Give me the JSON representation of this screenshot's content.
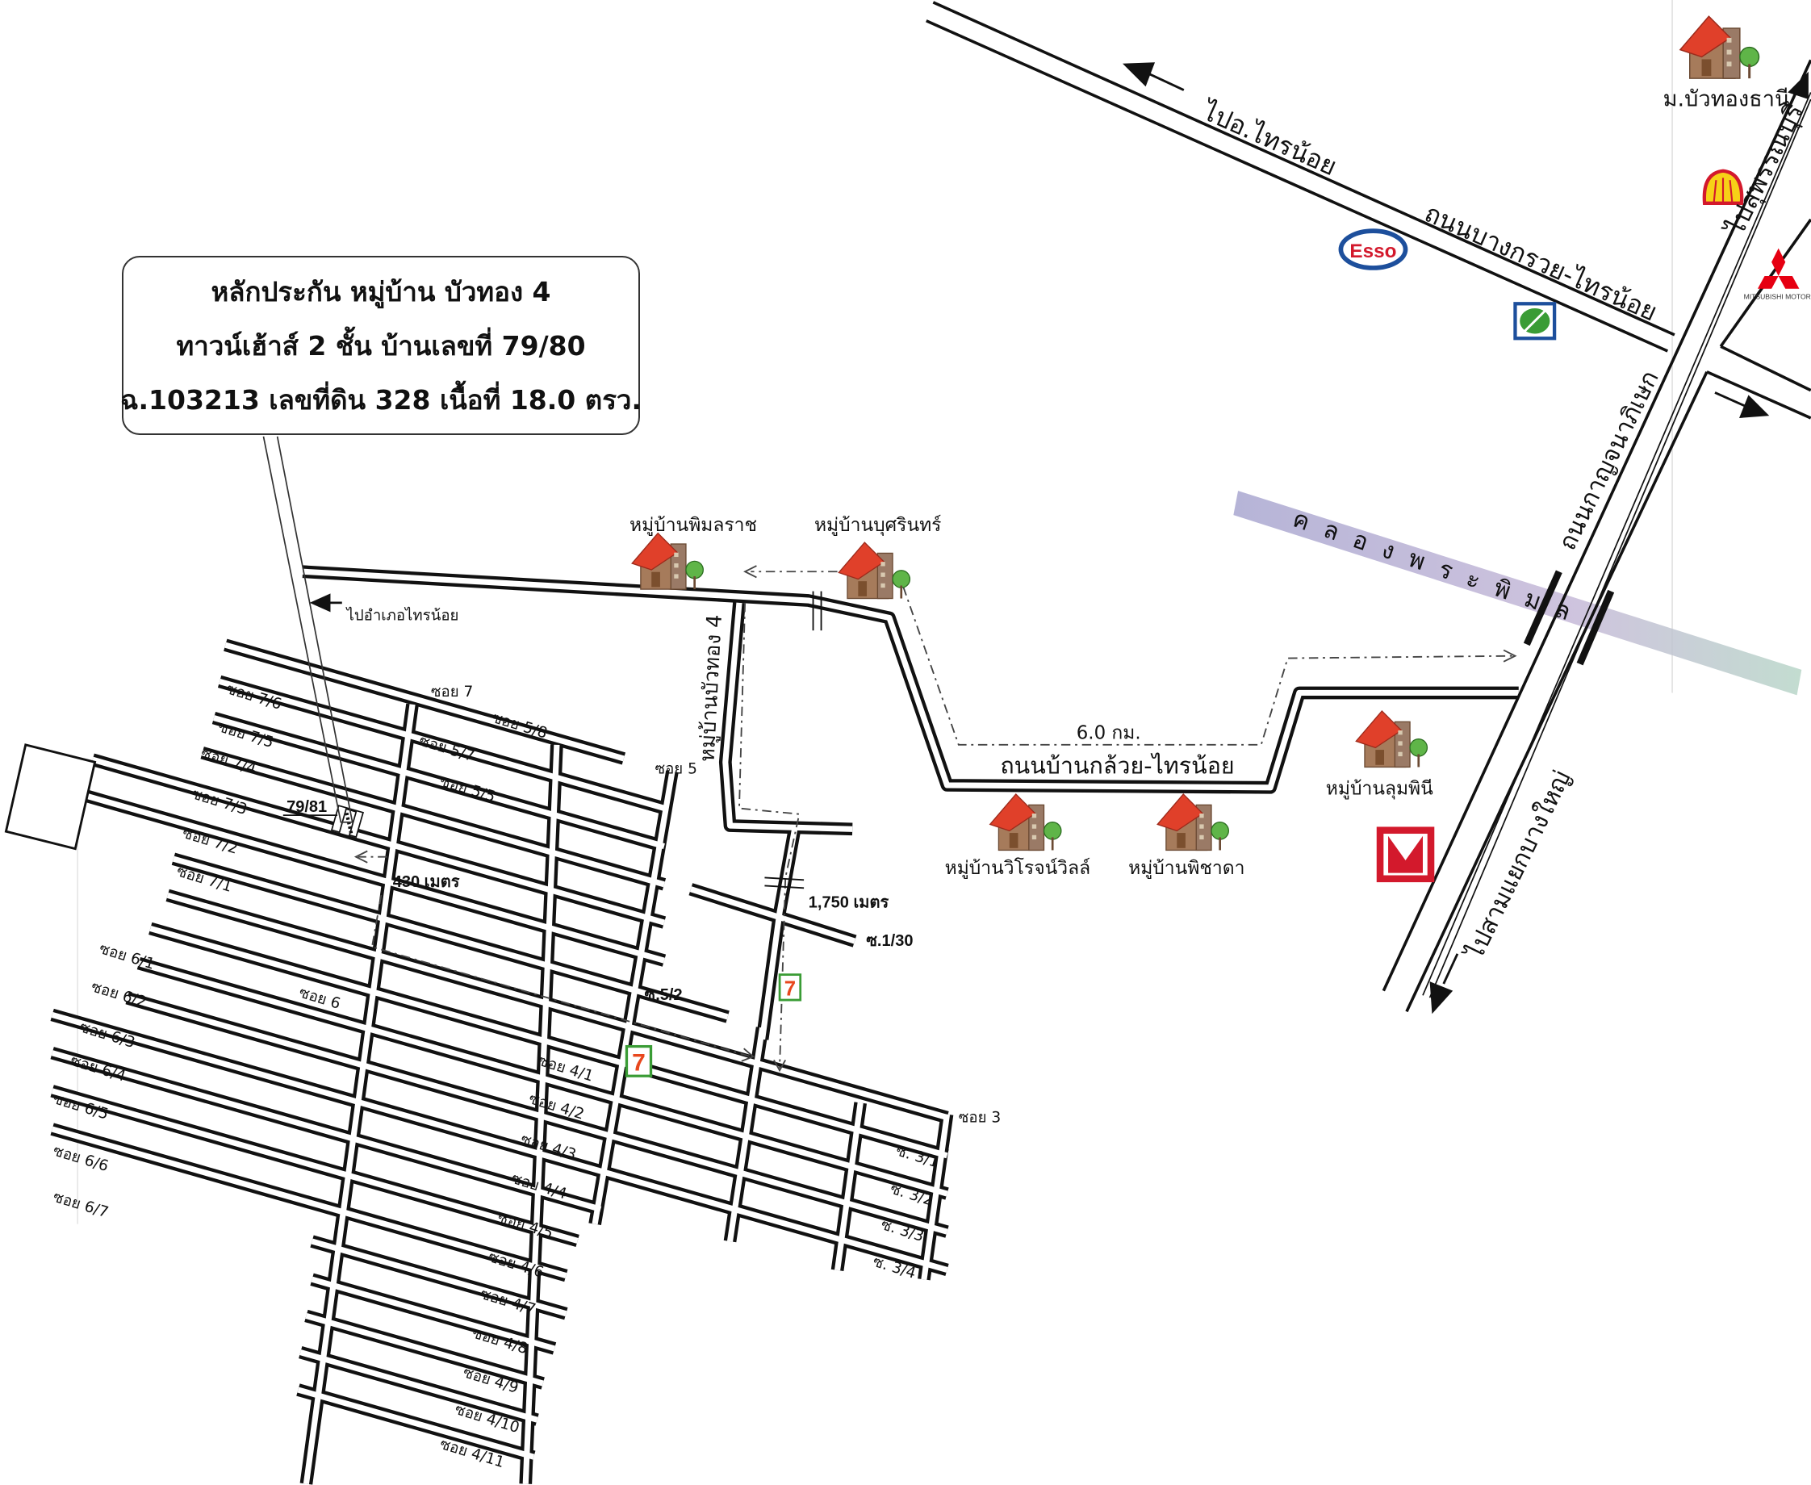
{
  "callout": {
    "line1": "หลักประกัน    หมู่บ้าน บัวทอง 4",
    "line2": "ทาวน์เฮ้าส์ 2 ชั้น บ้านเลขที่ 79/80",
    "line3": "ฉ.103213 เลขที่ดิน 328 เนื้อที่ 18.0 ตรว."
  },
  "roads": {
    "to_sainoi_district": "ไปอ.ไทรน้อย",
    "bangkruai_sainoi": "ถนนบางกรวย-ไทรน้อย",
    "to_suphanburi": "ไปสุพรรณบุรี",
    "kanchanaphisek": "ถนนกาญจนาภิเษก",
    "to_bangyai": "ไปสามแยกบางใหญ่",
    "canal": "คลองพระพิมล",
    "to_amphoe_sainoi": "ไปอำเภอไทรน้อย",
    "bua_thong_4_road": "หมู่บ้านบัวทอง 4",
    "distance_main": "6.0 กม.",
    "bankluai_sainoi": "ถนนบ้านกล้วย-ไทรน้อย",
    "distance_1750": "1,750 เมตร",
    "distance_430": "430 เมตร",
    "soi_1_30": "ซ.1/30",
    "soi_5_2": "ซ.5/2",
    "house_79_81": "79/81"
  },
  "villages": {
    "buathong_thani": "ม.บัวทองธานี",
    "pimolrat": "หมู่บ้านพิมลราช",
    "busarin": "หมู่บ้านบุศรินทร์",
    "lumpini": "หมู่บ้านลุมพินี",
    "wirotwill": "หมู่บ้านวิโรจน์วิลล์",
    "pichada": "หมู่บ้านพิชาดา"
  },
  "sois": [
    "ซอย 7/6",
    "ซอย 7",
    "ซอย 5/8",
    "ซอย 7/5",
    "ซอย 5/7",
    "ซอย 7/4",
    "ซอย 5/5",
    "ซอย 7/3",
    "ซอย 7/2",
    "ซอย 7/1",
    "ซอย 5",
    "ซอย 6/1",
    "ซอย 6/2",
    "ซอย 6",
    "ซอย 6/3",
    "ซอย 6/4",
    "ซอย 4/1",
    "ซอย 6/5",
    "ซอย 4/2",
    "ซอย 4/3",
    "ซอย 6/6",
    "ซอย 4/4",
    "ซอย 6/7",
    "ซอย 4/5",
    "ซอย 4/6",
    "ซอย 4/7",
    "ซอย 4/8",
    "ซอย 4/9",
    "ซอย 4/10",
    "ซอย 4/11",
    "ซอย 3",
    "ซ. 3/1",
    "ซ. 3/2",
    "ซ. 3/3",
    "ซ. 3/4"
  ],
  "logos": {
    "esso": "Esso",
    "mitsubishi": "MITSUBISHI MOTORS",
    "seven_eleven": "7"
  },
  "colors": {
    "roof": "#e0402a",
    "esso_blue": "#1d4f9c",
    "esso_red": "#d3192c",
    "shell_yellow": "#f7d117",
    "mitsubishi_red": "#e60012",
    "seven_green": "#3a9c35",
    "canal": "#b9b6d6"
  }
}
